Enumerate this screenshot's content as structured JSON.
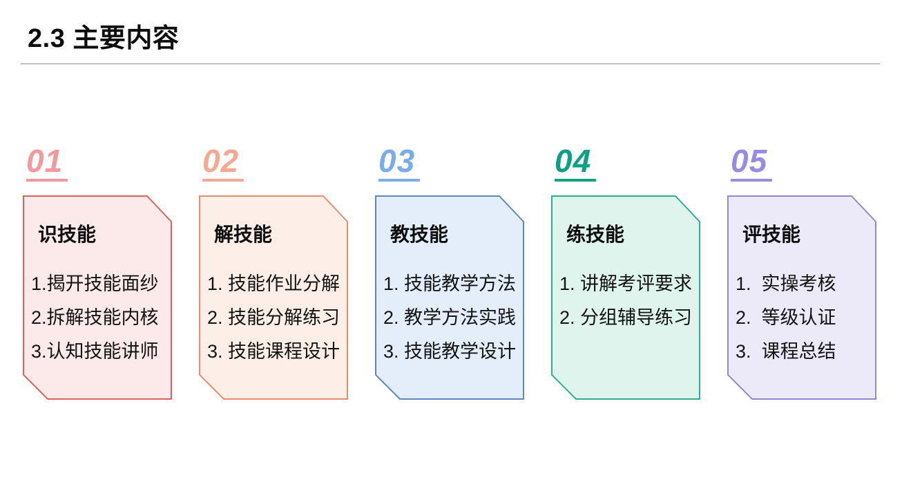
{
  "header": {
    "title": "2.3 主要内容"
  },
  "cards": [
    {
      "number": "01",
      "title": "识技能",
      "items": [
        "1.揭开技能面纱",
        "2.拆解技能内核",
        "3.认知技能讲师"
      ],
      "colors": {
        "number": "#F3989B",
        "border": "#E2605A",
        "fill": "#FCE9E9"
      }
    },
    {
      "number": "02",
      "title": "解技能",
      "items": [
        "1. 技能作业分解",
        "2. 技能分解练习",
        "3. 技能课程设计"
      ],
      "colors": {
        "number": "#F6A98E",
        "border": "#EC8B69",
        "fill": "#FDEFE7"
      }
    },
    {
      "number": "03",
      "title": "教技能",
      "items": [
        "1. 技能教学方法",
        "2. 教学方法实践",
        "3. 技能教学设计"
      ],
      "colors": {
        "number": "#78ACEA",
        "border": "#5D87C3",
        "fill": "#E3EEFA"
      }
    },
    {
      "number": "04",
      "title": "练技能",
      "items": [
        "1. 讲解考评要求",
        "2. 分组辅导练习"
      ],
      "colors": {
        "number": "#0CA183",
        "border": "#2CAE93",
        "fill": "#DEF4ED"
      }
    },
    {
      "number": "05",
      "title": "评技能",
      "items": [
        "1.  实操考核",
        "2.  等级认证",
        "3.  课程总结"
      ],
      "colors": {
        "number": "#978BE5",
        "border": "#9186D3",
        "fill": "#ECEAF8"
      }
    }
  ]
}
